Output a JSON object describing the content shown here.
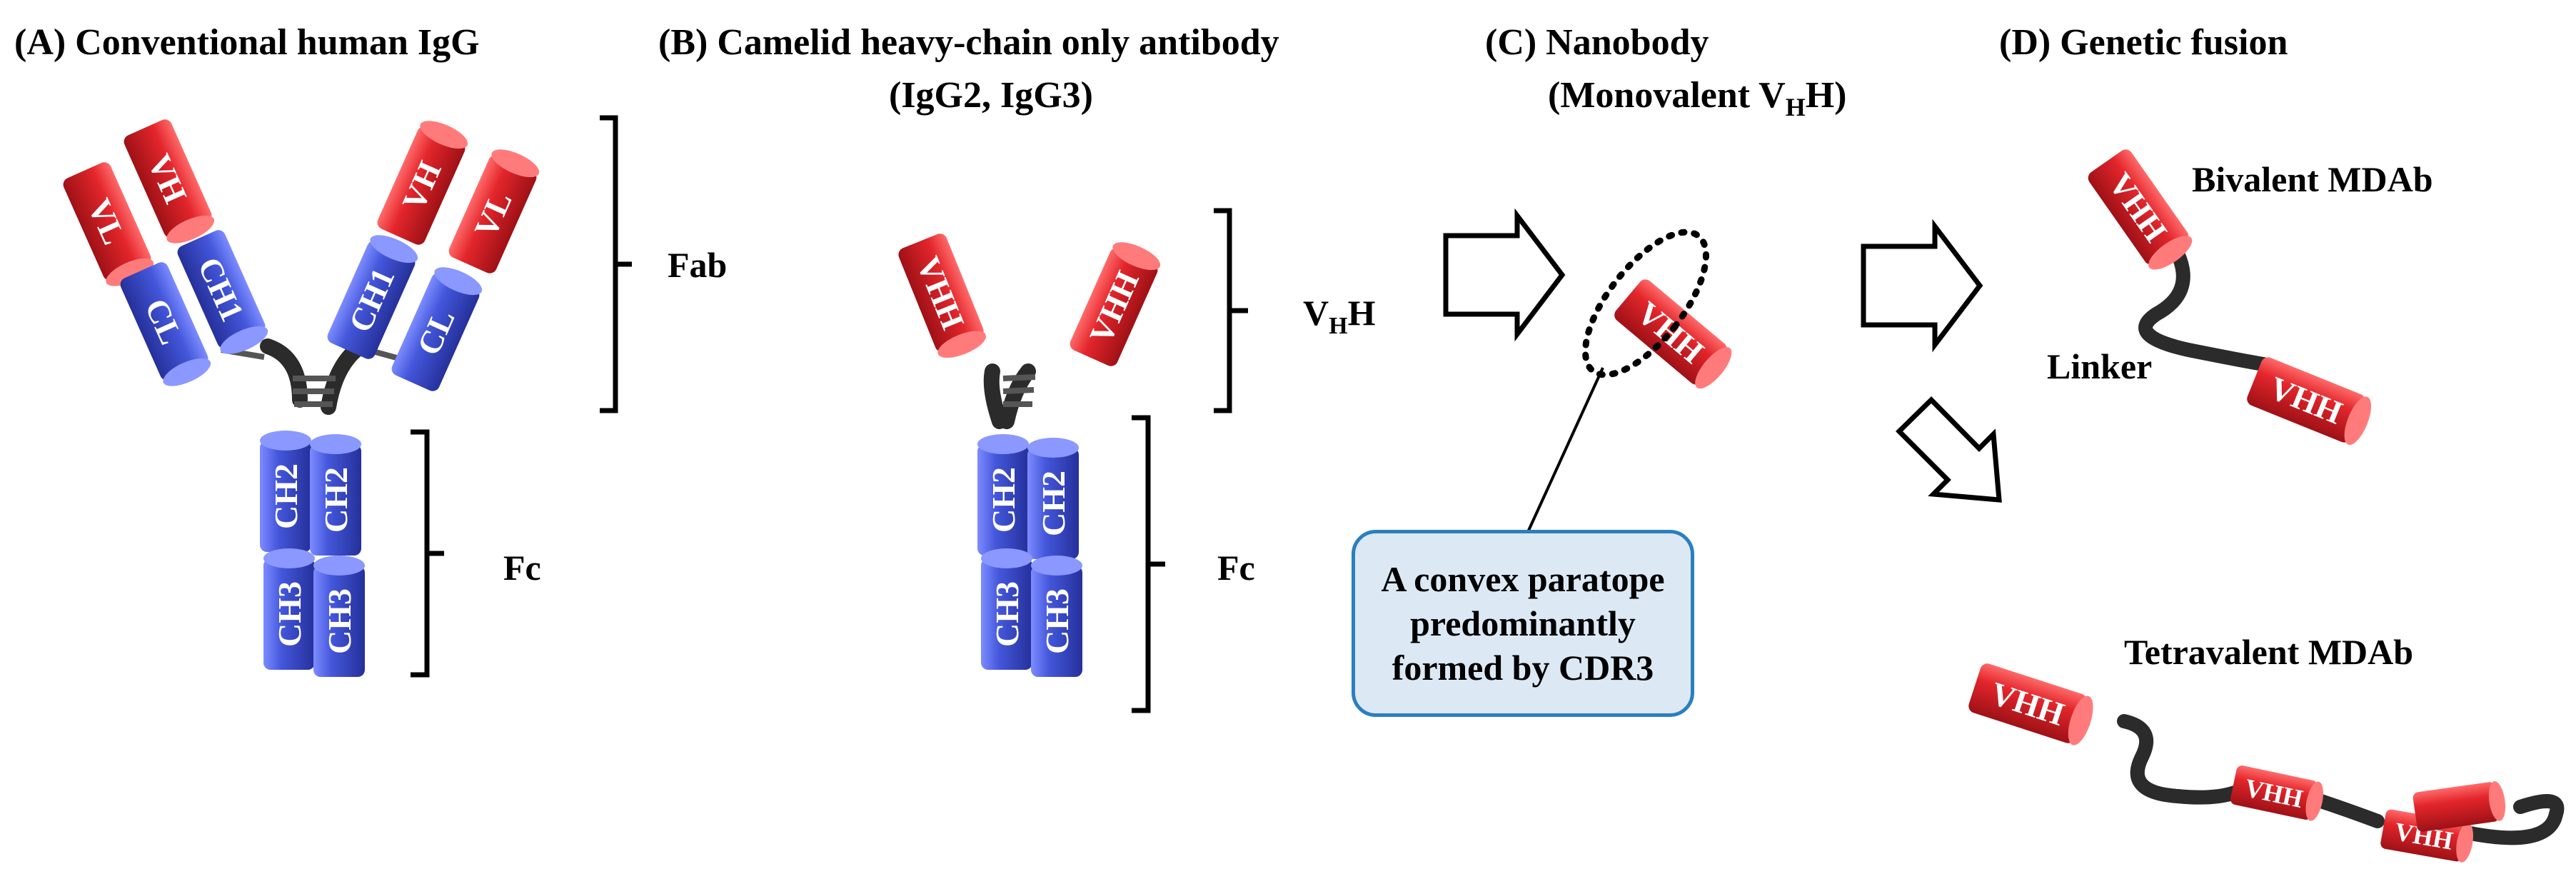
{
  "panels": {
    "A": {
      "title": "(A) Conventional human IgG"
    },
    "B": {
      "title_line1": "(B) Camelid heavy-chain only antibody",
      "title_line2": "(IgG2, IgG3)"
    },
    "C": {
      "title_line1": "(C) Nanobody",
      "title_line2_pre": "(Monovalent V",
      "title_line2_sub": "H",
      "title_line2_post": "H)"
    },
    "D": {
      "title": "(D) Genetic fusion"
    }
  },
  "domains": {
    "vh": "VH",
    "vl": "VL",
    "ch1": "CH1",
    "cl": "CL",
    "ch2": "CH2",
    "ch3": "CH3",
    "vhh": "VHH"
  },
  "brackets": {
    "fab": "Fab",
    "fc": "Fc",
    "vhh_main": "V",
    "vhh_sub": "H",
    "vhh_tail": "H"
  },
  "callout": {
    "line1": "A convex paratope",
    "line2": "predominantly",
    "line3": "formed by CDR3"
  },
  "labels": {
    "bivalent": "Bivalent MDAb",
    "tetravalent": "Tetravalent MDAb",
    "linker": "Linker"
  },
  "colors": {
    "red": "#e0242b",
    "blue": "#3e4fd6",
    "linker": "#2b2b2b",
    "callout_border": "#2a7fc0",
    "callout_fill": "#dce9f5"
  }
}
